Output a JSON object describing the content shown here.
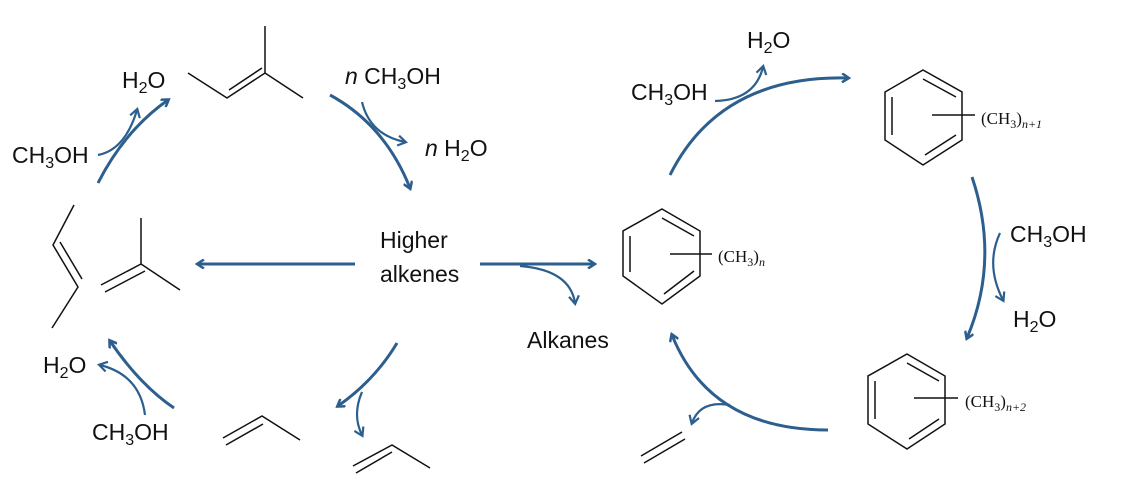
{
  "diagram": {
    "title_hidden": null,
    "arrow_color": "#2d5f8e",
    "labels": {
      "left_cycle": {
        "top_h2o": {
          "a": "H",
          "sub": "2",
          "b": "O"
        },
        "top_ch3oh": {
          "a": "CH",
          "sub": "3",
          "b": "OH"
        },
        "n_ch3oh": {
          "n": "n",
          "a": " CH",
          "sub": "3",
          "b": "OH"
        },
        "n_h2o": {
          "n": "n",
          "a": " H",
          "sub": "2",
          "b": "O"
        },
        "higher_alkenes_line1": "Higher",
        "higher_alkenes_line2": "alkenes",
        "bottom_h2o": {
          "a": "H",
          "sub": "2",
          "b": "O"
        },
        "bottom_ch3oh": {
          "a": "CH",
          "sub": "3",
          "b": "OH"
        },
        "alkanes": "Alkanes"
      },
      "right_cycle": {
        "top_ch3oh": {
          "a": "CH",
          "sub": "3",
          "b": "OH"
        },
        "top_h2o": {
          "a": "H",
          "sub": "2",
          "b": "O"
        },
        "right_ch3oh": {
          "a": "CH",
          "sub": "3",
          "b": "OH"
        },
        "right_h2o": {
          "a": "H",
          "sub": "2",
          "b": "O"
        },
        "aromatic_n": {
          "a": "(CH",
          "sub": "3",
          "b": ")",
          "sub2": "n"
        },
        "aromatic_n1": {
          "a": "(CH",
          "sub": "3",
          "b": ")",
          "sub2": "n+1"
        },
        "aromatic_n2": {
          "a": "(CH",
          "sub": "3",
          "b": ")",
          "sub2": "n+2"
        }
      }
    }
  }
}
